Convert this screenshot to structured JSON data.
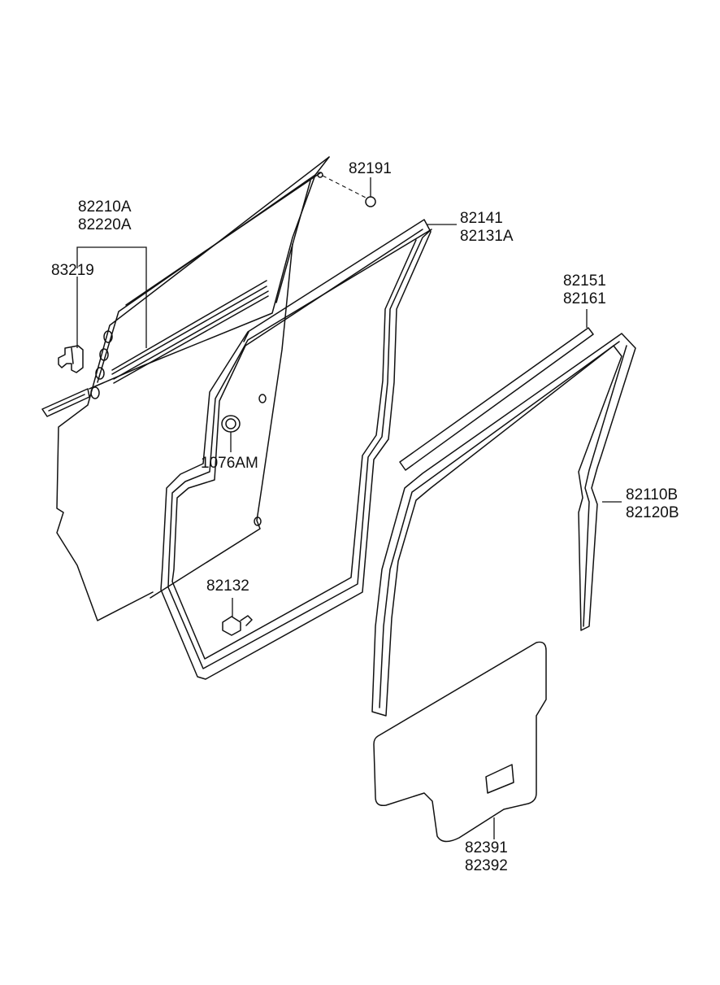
{
  "labels": {
    "p82191": "82191",
    "p82210A": "82210A",
    "p82220A": "82220A",
    "p83219": "83219",
    "p82141": "82141",
    "p82131A": "82131A",
    "p82151": "82151",
    "p82161": "82161",
    "p1076AM": "1076AM",
    "p82110B": "82110B",
    "p82120B": "82120B",
    "p82132": "82132",
    "p82391": "82391",
    "p82392": "82392"
  }
}
